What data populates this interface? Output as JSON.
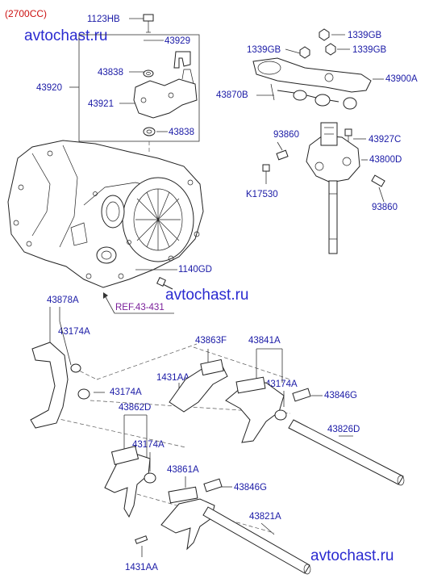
{
  "variant": "(2700CC)",
  "watermarks": [
    "avtochast.ru",
    "avtochast.ru",
    "avtochast.ru"
  ],
  "ref": "REF.43-431",
  "labels": {
    "p1123HB": "1123HB",
    "p43929": "43929",
    "p43838a": "43838",
    "p43920": "43920",
    "p43921": "43921",
    "p43838b": "43838",
    "p1339GB_a": "1339GB",
    "p1339GB_b": "1339GB",
    "p1339GB_c": "1339GB",
    "p43900A": "43900A",
    "p43870B": "43870B",
    "p93860a": "93860",
    "p43927C": "43927C",
    "p43800D": "43800D",
    "pK17530": "K17530",
    "p93860b": "93860",
    "p1140GD": "1140GD",
    "p43878A": "43878A",
    "p43174A_a": "43174A",
    "p43863F": "43863F",
    "p43841A": "43841A",
    "p1431AA_a": "1431AA",
    "p43174A_b": "43174A",
    "p43174A_c": "43174A",
    "p43846G_a": "43846G",
    "p43862D": "43862D",
    "p43826D": "43826D",
    "p43174A_d": "43174A",
    "p43861A": "43861A",
    "p43846G_b": "43846G",
    "p43821A": "43821A",
    "p1431AA_b": "1431AA"
  },
  "colors": {
    "label": "#1a1aa6",
    "ref": "#7a1f9a",
    "variant": "#cc1111",
    "watermark": "#2a2ad0"
  }
}
